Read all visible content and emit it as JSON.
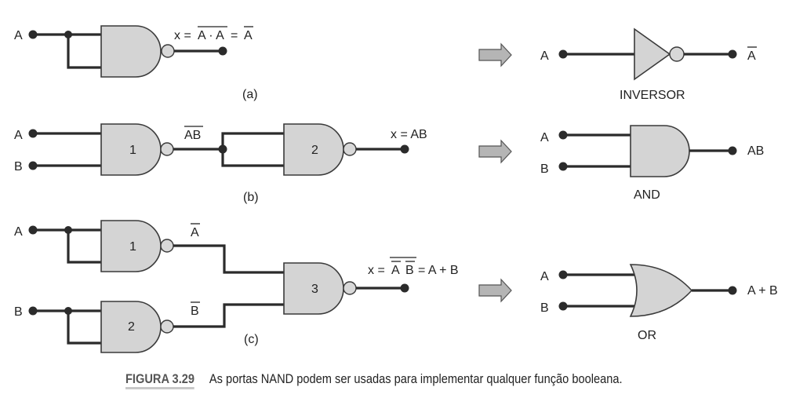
{
  "caption": {
    "figure_label": "FIGURA 3.29",
    "text": "As portas NAND podem ser usadas para implementar qualquer função booleana."
  },
  "part_a": {
    "label": "(a)",
    "input": "A",
    "expr_x": "x =",
    "expr_inner": "A · A",
    "expr_eq": "=",
    "expr_result": "A",
    "equivalent": {
      "name": "INVERSOR",
      "input": "A",
      "output": "A"
    }
  },
  "part_b": {
    "label": "(b)",
    "inputs": [
      "A",
      "B"
    ],
    "gate1": "1",
    "gate2": "2",
    "mid_signal": "AB",
    "expr": "x = AB",
    "equivalent": {
      "name": "AND",
      "inputs": [
        "A",
        "B"
      ],
      "output": "AB"
    }
  },
  "part_c": {
    "label": "(c)",
    "inputs": [
      "A",
      "B"
    ],
    "gate1": "1",
    "gate2": "2",
    "gate3": "3",
    "sig1": "A",
    "sig2": "B",
    "expr_x": "x =",
    "expr_a": "A",
    "expr_b": "B",
    "expr_rest": "= A + B",
    "equivalent": {
      "name": "OR",
      "inputs": [
        "A",
        "B"
      ],
      "output": "A + B"
    }
  }
}
